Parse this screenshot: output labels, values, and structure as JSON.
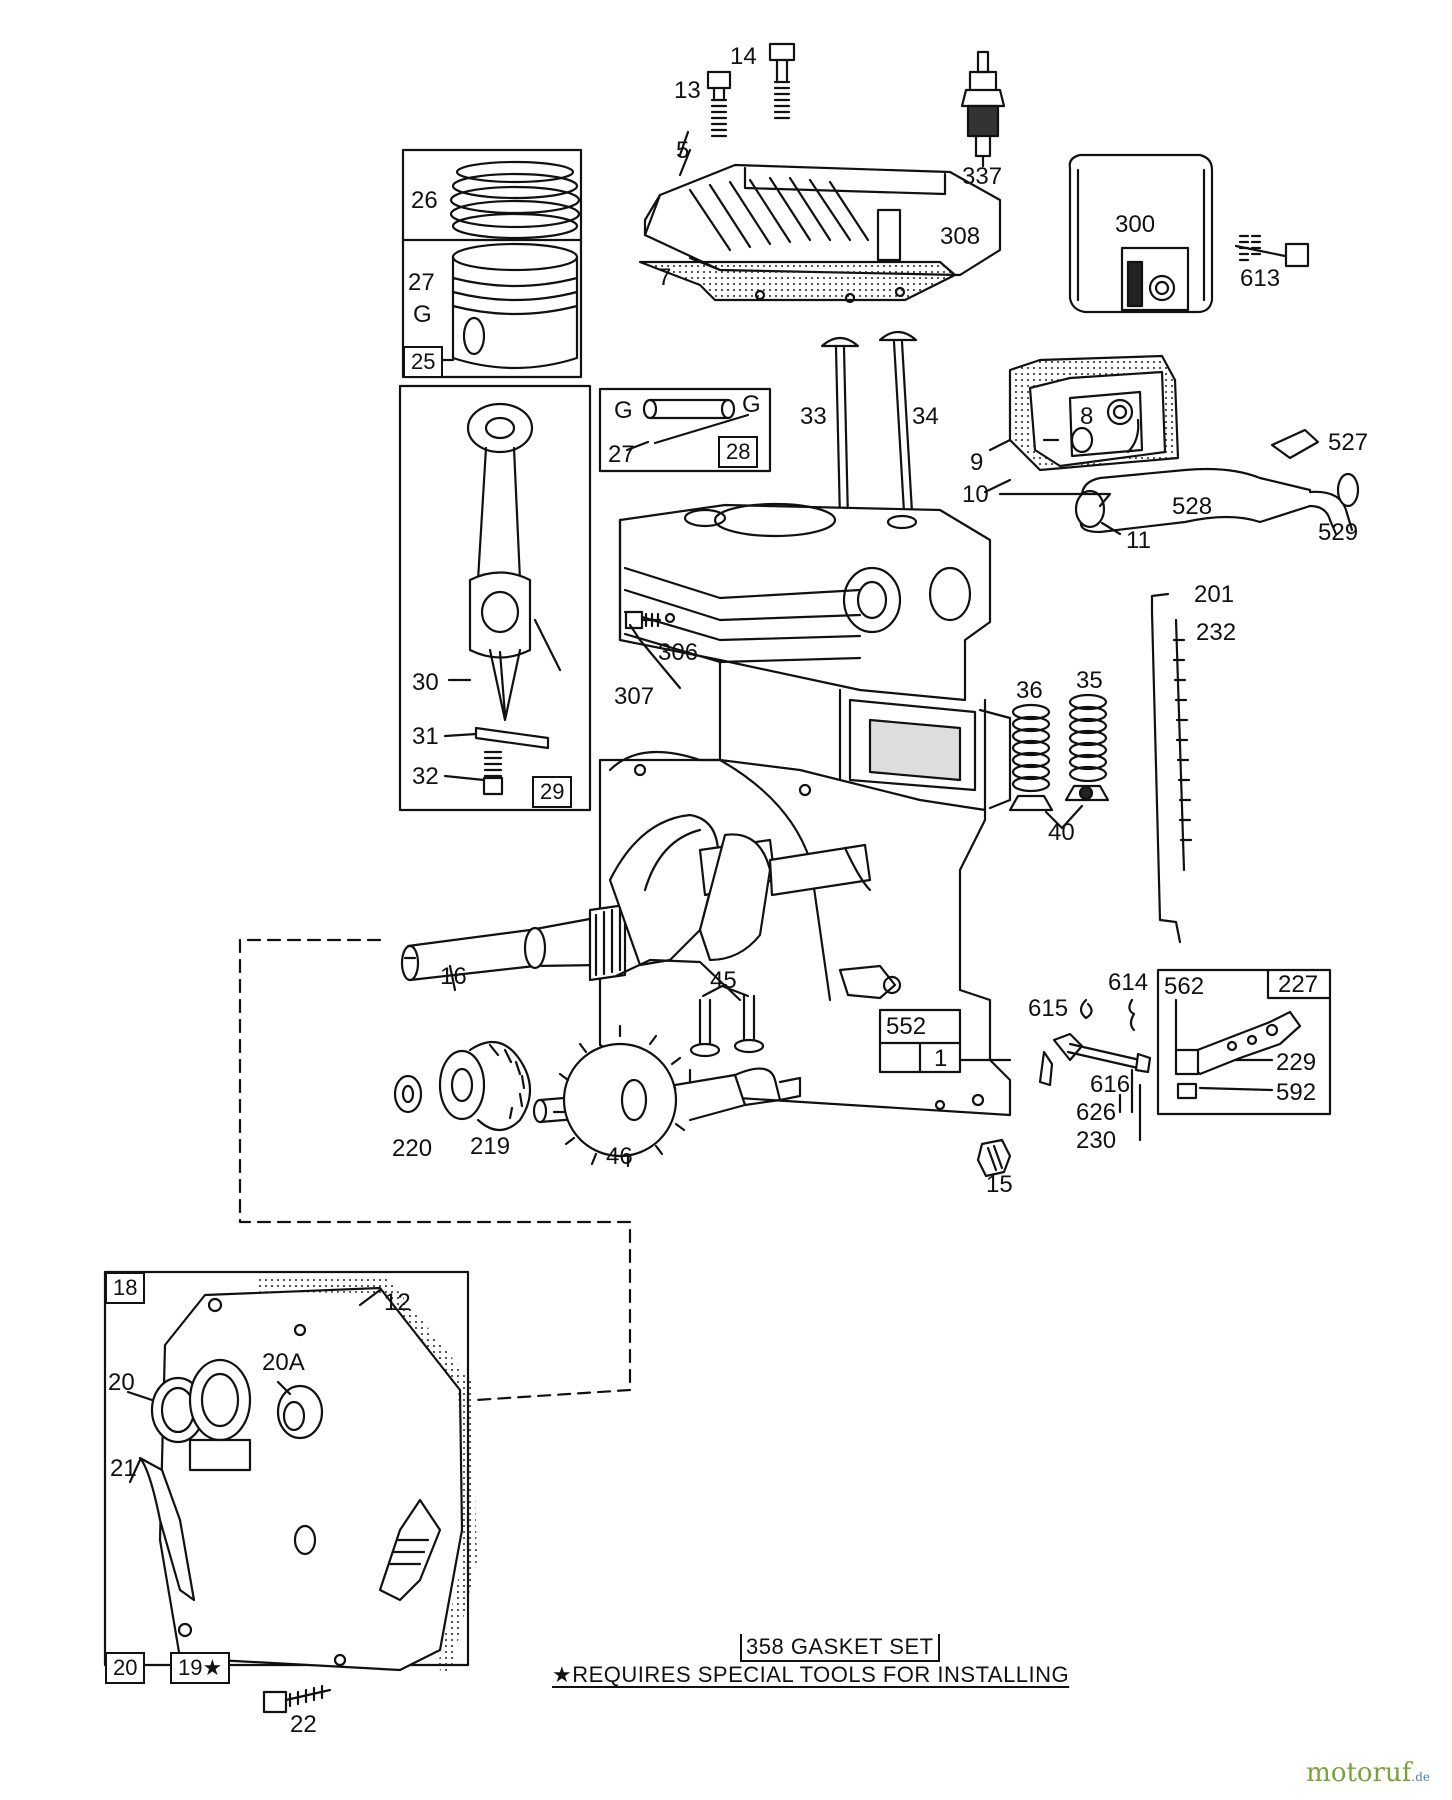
{
  "labels": [
    {
      "id": "13",
      "text": "13"
    },
    {
      "id": "14",
      "text": "14"
    },
    {
      "id": "337",
      "text": "337"
    },
    {
      "id": "5",
      "text": "5"
    },
    {
      "id": "308",
      "text": "308"
    },
    {
      "id": "7",
      "text": "7"
    },
    {
      "id": "300",
      "text": "300"
    },
    {
      "id": "613",
      "text": "613"
    },
    {
      "id": "26",
      "text": "26"
    },
    {
      "id": "27a",
      "text": "27"
    },
    {
      "id": "ga",
      "text": "G"
    },
    {
      "id": "25",
      "text": "25"
    },
    {
      "id": "gb",
      "text": "G"
    },
    {
      "id": "gc",
      "text": "G"
    },
    {
      "id": "27b",
      "text": "27"
    },
    {
      "id": "28",
      "text": "28"
    },
    {
      "id": "33",
      "text": "33"
    },
    {
      "id": "34",
      "text": "34"
    },
    {
      "id": "8",
      "text": "8"
    },
    {
      "id": "9",
      "text": "9"
    },
    {
      "id": "10",
      "text": "10"
    },
    {
      "id": "527",
      "text": "527"
    },
    {
      "id": "528",
      "text": "528"
    },
    {
      "id": "11",
      "text": "11"
    },
    {
      "id": "529",
      "text": "529"
    },
    {
      "id": "201",
      "text": "201"
    },
    {
      "id": "232",
      "text": "232"
    },
    {
      "id": "306",
      "text": "306"
    },
    {
      "id": "307",
      "text": "307"
    },
    {
      "id": "30",
      "text": "30"
    },
    {
      "id": "31",
      "text": "31"
    },
    {
      "id": "32",
      "text": "32"
    },
    {
      "id": "29",
      "text": "29"
    },
    {
      "id": "36",
      "text": "36"
    },
    {
      "id": "35",
      "text": "35"
    },
    {
      "id": "40",
      "text": "40"
    },
    {
      "id": "16",
      "text": "16"
    },
    {
      "id": "45",
      "text": "45"
    },
    {
      "id": "552",
      "text": "552"
    },
    {
      "id": "1",
      "text": "1"
    },
    {
      "id": "615",
      "text": "615"
    },
    {
      "id": "614",
      "text": "614"
    },
    {
      "id": "562",
      "text": "562"
    },
    {
      "id": "227",
      "text": "227"
    },
    {
      "id": "229",
      "text": "229"
    },
    {
      "id": "592",
      "text": "592"
    },
    {
      "id": "616",
      "text": "616"
    },
    {
      "id": "626",
      "text": "626"
    },
    {
      "id": "230",
      "text": "230"
    },
    {
      "id": "220",
      "text": "220"
    },
    {
      "id": "219",
      "text": "219"
    },
    {
      "id": "46",
      "text": "46"
    },
    {
      "id": "15",
      "text": "15"
    },
    {
      "id": "18",
      "text": "18"
    },
    {
      "id": "12",
      "text": "12"
    },
    {
      "id": "20A",
      "text": "20A"
    },
    {
      "id": "20a",
      "text": "20"
    },
    {
      "id": "21",
      "text": "21"
    },
    {
      "id": "20b",
      "text": "20"
    },
    {
      "id": "19",
      "text": "19★"
    },
    {
      "id": "22",
      "text": "22"
    }
  ],
  "notes": {
    "gasket_set": "358 GASKET SET",
    "special_tools": "★REQUIRES SPECIAL TOOLS FOR INSTALLING"
  },
  "watermark": {
    "brand": "motoruf",
    "tld": ".de",
    "color": "#7aa23a"
  }
}
